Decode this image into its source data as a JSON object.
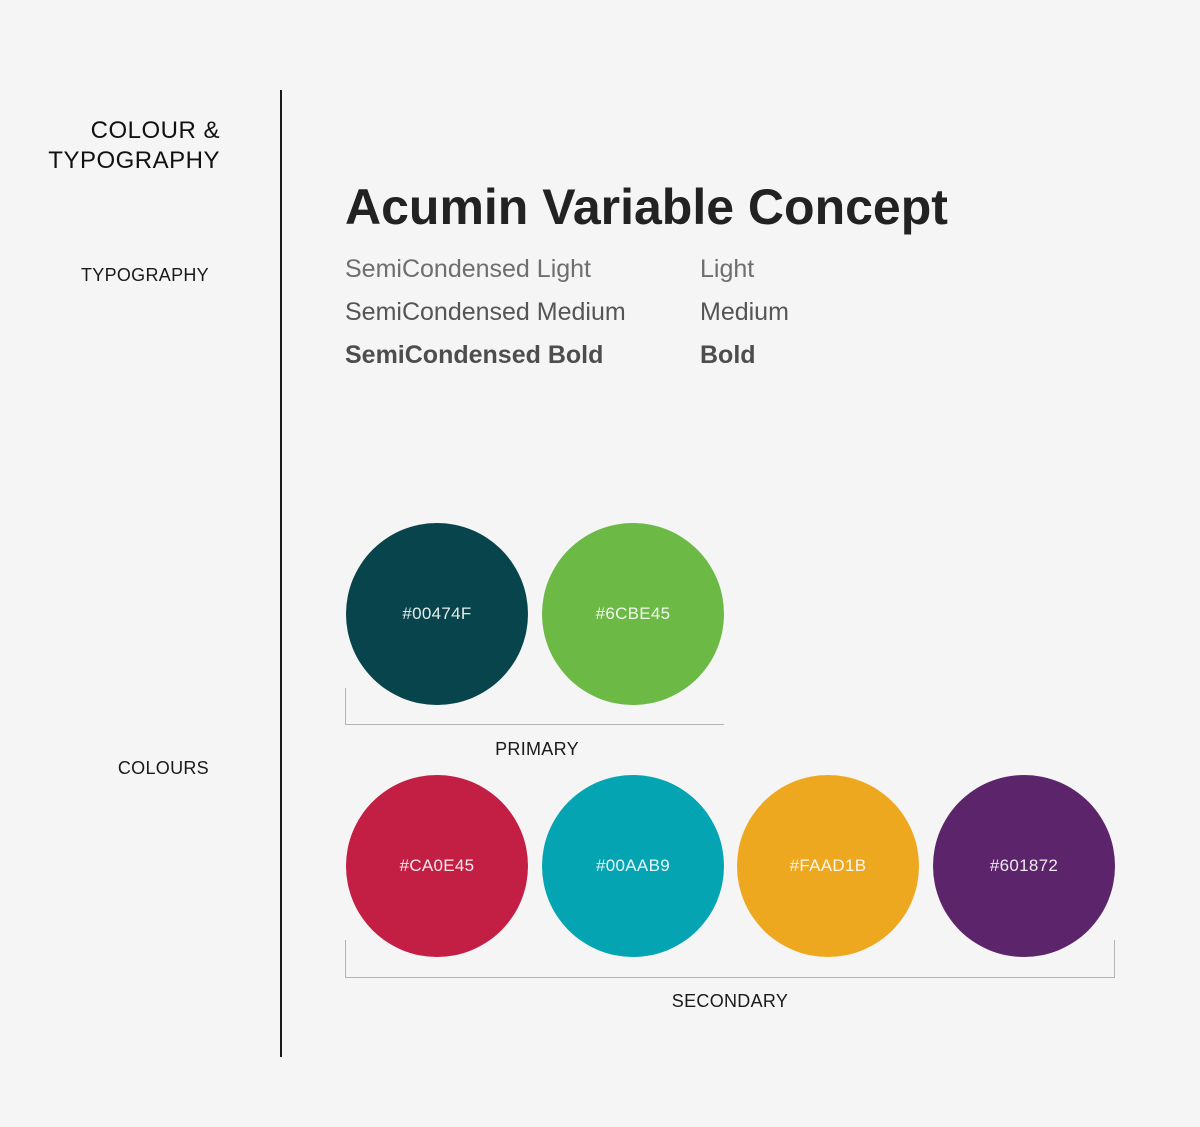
{
  "sidebar": {
    "title_line1": "COLOUR &",
    "title_line2": "TYPOGRAPHY",
    "typography_label": "TYPOGRAPHY",
    "colours_label": "COLOURS"
  },
  "typography": {
    "font_name": "Acumin Variable Concept",
    "weights": [
      {
        "semicondensed": "SemiCondensed Light",
        "regular": "Light"
      },
      {
        "semicondensed": "SemiCondensed Medium",
        "regular": "Medium"
      },
      {
        "semicondensed": "SemiCondensed Bold",
        "regular": "Bold"
      }
    ]
  },
  "colours": {
    "primary_label": "PRIMARY",
    "secondary_label": "SECONDARY",
    "primary": [
      {
        "hex": "#00474F",
        "color": "#07444c"
      },
      {
        "hex": "#6CBE45",
        "color": "#6cb946"
      }
    ],
    "secondary": [
      {
        "hex": "#CA0E45",
        "color": "#c31e44"
      },
      {
        "hex": "#00AAB9",
        "color": "#05a4b3"
      },
      {
        "hex": "#FAAD1B",
        "color": "#eea81f"
      },
      {
        "hex": "#601872",
        "color": "#5b246b"
      }
    ]
  }
}
